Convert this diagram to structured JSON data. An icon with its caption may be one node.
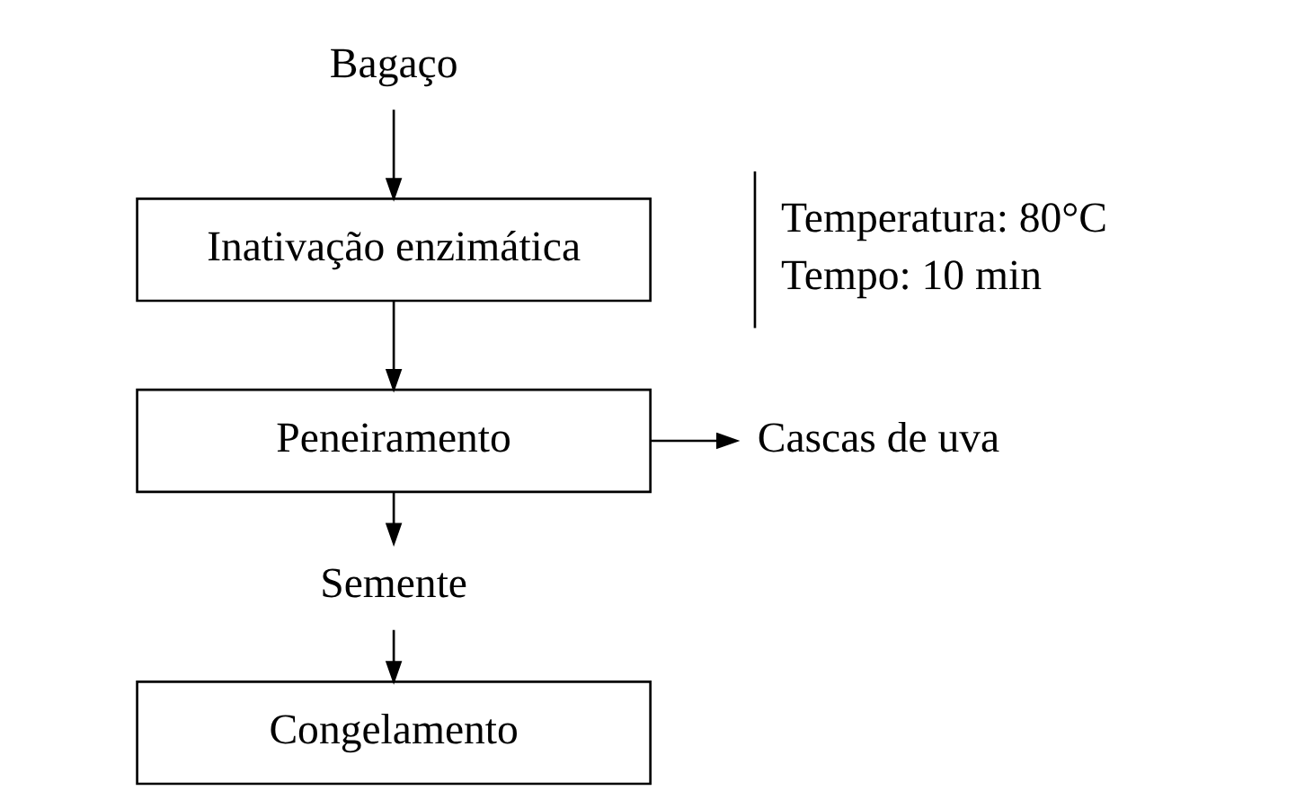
{
  "diagram": {
    "nodes": [
      {
        "text": [
          "Bagaço"
        ]
      },
      {
        "text": [
          "Inativação enzimática"
        ],
        "beside": [
          "Temperatura: 80°C",
          "Tempo: 10 min"
        ]
      },
      {
        "text": [
          "Peneiramento"
        ]
      },
      {
        "text": [
          "Cascas de uva"
        ]
      },
      {
        "text": [
          "Semente"
        ]
      },
      {
        "text": [
          "Congelamento"
        ]
      }
    ],
    "edges": [
      {
        "from": 0,
        "to": 1,
        "arrow": "to"
      },
      {
        "from": 1,
        "to": 2,
        "arrow": "to"
      },
      {
        "from": 2,
        "to": 3,
        "arrow": "to"
      },
      {
        "from": 2,
        "to": 4,
        "arrow": "to"
      },
      {
        "from": 4,
        "to": 5,
        "arrow": "to"
      }
    ]
  }
}
